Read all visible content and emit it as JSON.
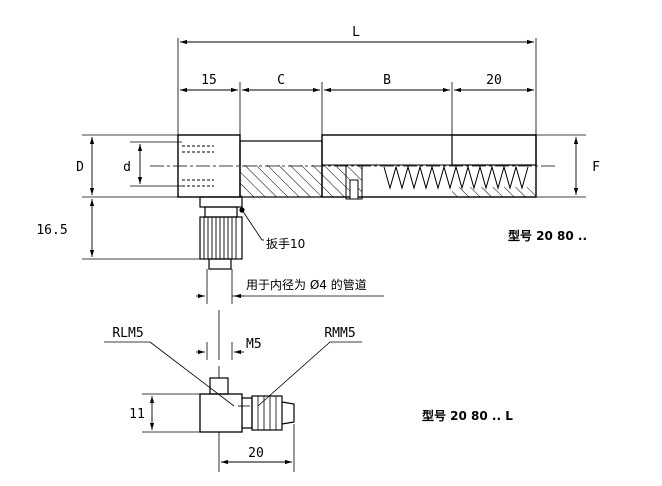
{
  "dimensions": {
    "L": "L",
    "d15": "15",
    "C": "C",
    "B": "B",
    "d20_top": "20",
    "D": "D",
    "d": "d",
    "F": "F",
    "d16_5": "16.5",
    "d11": "11",
    "d20_bottom": "20",
    "M5": "M5"
  },
  "labels": {
    "wrench": "扳手10",
    "tube_note": "用于内径为 Ø4 的管道",
    "rlm5": "RLM5",
    "rmm5": "RMM5"
  },
  "models": {
    "top": "型号 20 80 ..",
    "bottom": "型号 20 80 .. L"
  }
}
